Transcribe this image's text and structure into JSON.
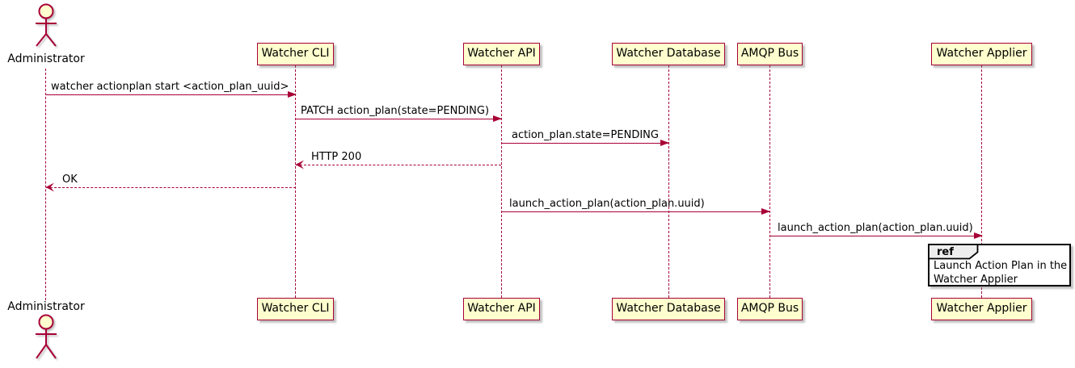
{
  "diagram": {
    "type": "sequence",
    "actor": {
      "name": "Administrator"
    },
    "participants": [
      {
        "label": "Watcher CLI"
      },
      {
        "label": "Watcher API"
      },
      {
        "label": "Watcher Database"
      },
      {
        "label": "AMQP Bus"
      },
      {
        "label": "Watcher Applier"
      }
    ],
    "messages": [
      {
        "from": "Administrator",
        "to": "Watcher CLI",
        "label": "watcher actionplan start <action_plan_uuid>",
        "line": "solid",
        "direction": "right"
      },
      {
        "from": "Watcher CLI",
        "to": "Watcher API",
        "label": "PATCH action_plan(state=PENDING)",
        "line": "solid",
        "direction": "right"
      },
      {
        "from": "Watcher API",
        "to": "Watcher Database",
        "label": "action_plan.state=PENDING",
        "line": "solid",
        "direction": "right"
      },
      {
        "from": "Watcher API",
        "to": "Watcher CLI",
        "label": "HTTP 200",
        "line": "dashed",
        "direction": "left"
      },
      {
        "from": "Watcher CLI",
        "to": "Administrator",
        "label": "OK",
        "line": "dashed",
        "direction": "left"
      },
      {
        "from": "Watcher API",
        "to": "AMQP Bus",
        "label": "launch_action_plan(action_plan.uuid)",
        "line": "solid",
        "direction": "right"
      },
      {
        "from": "AMQP Bus",
        "to": "Watcher Applier",
        "label": "launch_action_plan(action_plan.uuid)",
        "line": "solid",
        "direction": "right"
      }
    ],
    "ref": {
      "keyword": "ref",
      "line1": "Launch Action Plan in the",
      "line2": "Watcher Applier",
      "over": "Watcher Applier"
    },
    "colors": {
      "background": "#FFFFFF",
      "participant_fill": "#FEFECE",
      "stroke": "#A80036",
      "text": "#000000",
      "ref_border": "#000000",
      "ref_header_fill": "#EEEEEE"
    }
  }
}
